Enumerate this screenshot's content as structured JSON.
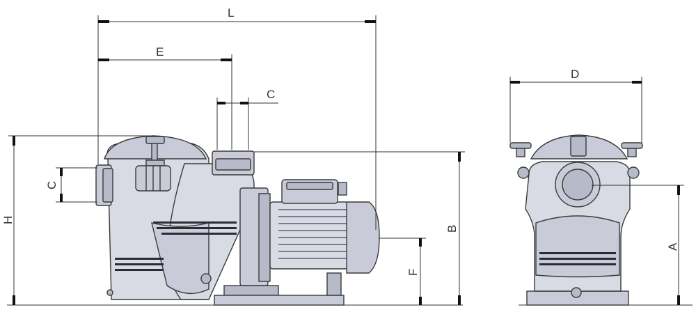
{
  "dimensions": {
    "L": "L",
    "E": "E",
    "C_top": "C",
    "C_side": "C",
    "H": "H",
    "B": "B",
    "F": "F",
    "D": "D",
    "A": "A"
  },
  "colors": {
    "body": "#d9dbe4",
    "body_shadow": "#c9ccd8",
    "lines": "#3a3a3a",
    "dimension_lines": "#333333"
  }
}
